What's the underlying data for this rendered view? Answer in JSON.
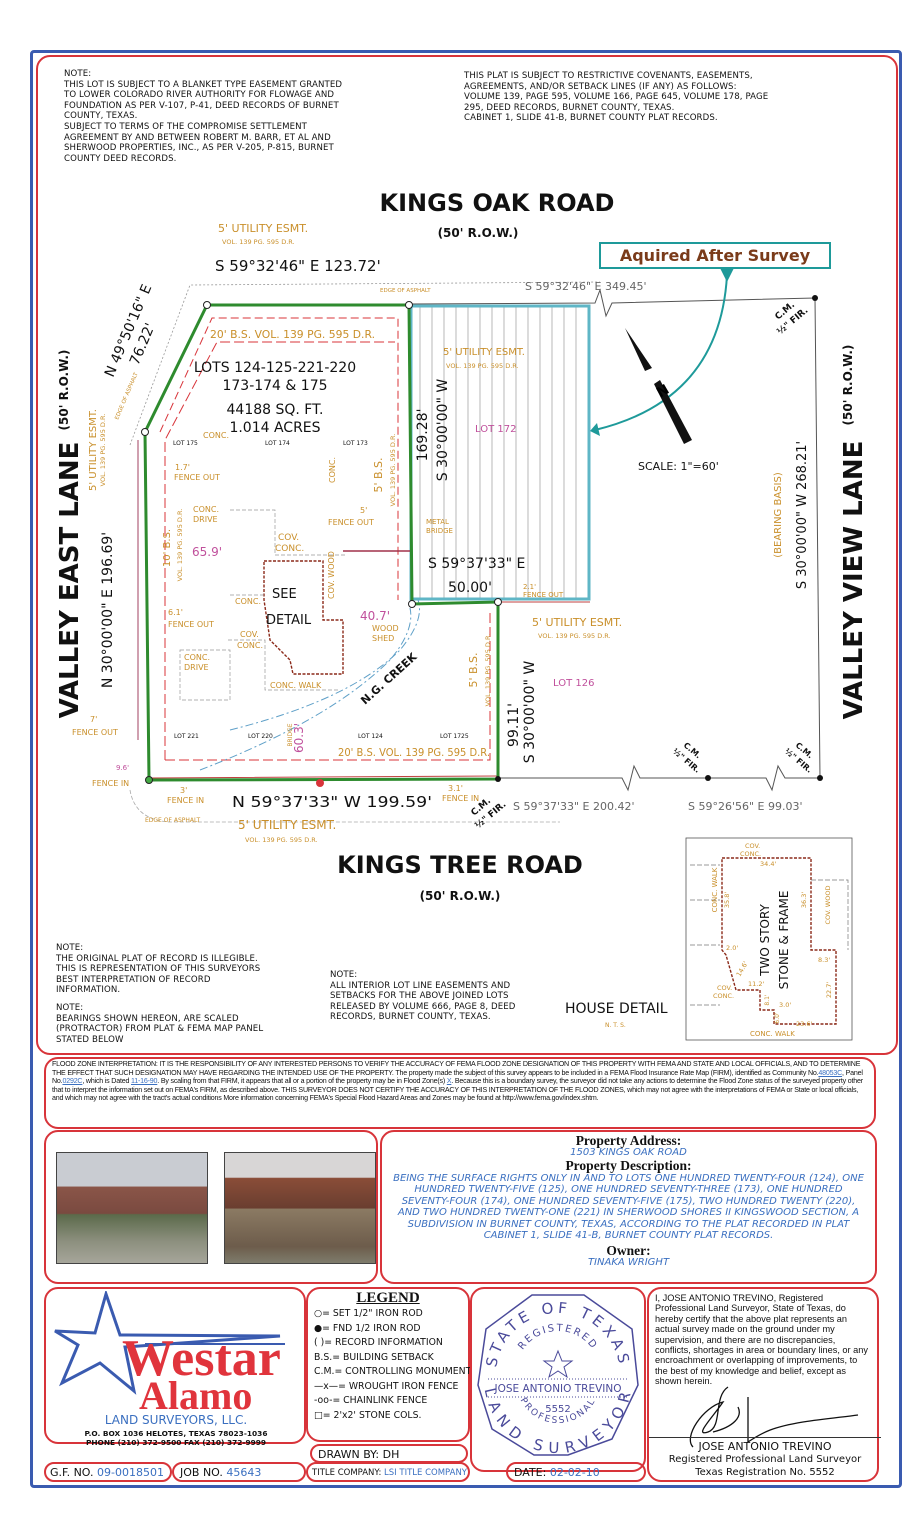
{
  "colors": {
    "border_red": "#d8343a",
    "border_blue": "#3a5bb0",
    "boundary_green": "#2e8b2e",
    "easement_orange": "#d9a23a",
    "dimension_pink": "#c0509c",
    "acquired_teal": "#1e9a9a",
    "value_blue": "#3a6fc0"
  },
  "notes": {
    "top_left": [
      "NOTE:",
      "THIS LOT IS SUBJECT TO A BLANKET TYPE EASEMENT GRANTED",
      "TO LOWER COLORADO RIVER AUTHORITY FOR FLOWAGE AND",
      "FOUNDATION AS PER V-107, P-41, DEED RECORDS OF BURNET",
      "COUNTY, TEXAS.",
      "SUBJECT TO TERMS OF THE COMPROMISE SETTLEMENT",
      "AGREEMENT BY AND BETWEEN ROBERT M. BARR, ET AL AND",
      "SHERWOOD PROPERTIES, INC., AS PER V-205, P-815, BURNET",
      "COUNTY DEED RECORDS."
    ],
    "top_right": [
      "THIS PLAT IS SUBJECT TO RESTRICTIVE COVENANTS, EASEMENTS,",
      "AGREEMENTS, AND/OR SETBACK LINES (IF ANY) AS FOLLOWS:",
      "VOLUME 139, PAGE 595, VOLUME 166, PAGE 645, VOLUME 178, PAGE",
      "295, DEED RECORDS, BURNET COUNTY, TEXAS.",
      "CABINET 1, SLIDE 41-B, BURNET COUNTY PLAT RECORDS."
    ],
    "illegible": [
      "NOTE:",
      "THE ORIGINAL PLAT OF RECORD IS ILLEGIBLE.",
      "THIS IS REPRESENTATION OF THIS SURVEYORS",
      "BEST INTERPRETATION OF RECORD",
      "INFORMATION."
    ],
    "bearings": [
      "NOTE:",
      "BEARINGS SHOWN HEREON, ARE SCALED",
      "(PROTRACTOR) FROM PLAT & FEMA MAP PANEL",
      "STATED BELOW"
    ],
    "interior": [
      "NOTE:",
      "ALL INTERIOR LOT LINE EASEMENTS AND",
      "SETBACKS FOR THE ABOVE JOINED LOTS",
      "RELEASED BY VOLUME 666, PAGE 8, DEED",
      "RECORDS, BURNET COUNTY, TEXAS."
    ]
  },
  "plat": {
    "kings_oak_road": "KINGS OAK ROAD",
    "kings_oak_row": "(50' R.O.W.)",
    "kings_tree_road": "KINGS TREE ROAD",
    "kings_tree_row": "(50' R.O.W.)",
    "valley_east_lane": "VALLEY EAST LANE",
    "valley_east_row": "(50' R.O.W.)",
    "valley_view_lane": "VALLEY VIEW LANE",
    "valley_view_row": "(50' R.O.W.)",
    "acquired": "Aquired  After Survey",
    "util_top": "5' UTILITY ESMT.",
    "util_top_vol": "VOL. 139 PG. 595 D.R.",
    "brg_top": "S 59°32'46\" E   123.72'",
    "asphalt_top": "EDGE OF ASPHALT",
    "brg_top_ref": "S 59°32'46\" E   349.45'",
    "brg_diag": "N 49°50'16\" E",
    "dist_diag": "76.22'",
    "asphalt_left": "EDGE OF ASPHALT",
    "bs_top": "20' B.S.  VOL. 139 PG. 595 D.R.",
    "lots_1": "LOTS 124-125-221-220",
    "lots_2": "173-174 & 175",
    "area_sqft": "44188 SQ. FT.",
    "area_acres": "1.014 ACRES",
    "lot175": "LOT 175",
    "lot174": "LOT 174",
    "lot173": "LOT 173",
    "conc_175": "CONC.",
    "fence_17": "1.7'",
    "fence_17_b": "FENCE OUT",
    "util_left": "5' UTILITY ESMT.",
    "util_left_vol": "VOL. 139 PG. 595 D.R.",
    "dist_169": "169.28'",
    "brg_169": "S 30°00'00\" W",
    "util_172": "5' UTILITY ESMT.",
    "util_172_vol": "VOL. 139 PG. 595 D.R.",
    "lot172": "LOT 172",
    "conc_mid": "CONC.",
    "bs5_mid": "5' B.S.",
    "bs5_mid_vol": "VOL. 139 PG. 595 D.R.",
    "scale": "SCALE:  1\"=60'",
    "cm_ne": "C.M.",
    "fir_ne": "½\" FIR.",
    "bearing_basis": "(BEARING BASIS)",
    "brg_east": "S 30°00'00\" W   268.21'",
    "brg_west": "N 30°00'00\" E   196.69'",
    "conc_drive_1": "CONC.",
    "conc_drive_1b": "DRIVE",
    "bs10": "10' B.S.",
    "bs10_vol": "VOL. 139 PG. 595 D.R.",
    "d659": "65.9'",
    "cov_conc_1": "COV.",
    "cov_conc_1b": "CONC.",
    "see": "SEE",
    "detail": "DETAIL",
    "cov_wood": "COV. WOOD",
    "fence5": "5'",
    "fence5_b": "FENCE OUT",
    "metal": "METAL",
    "bridge": "BRIDGE",
    "brg_50": "S 59°37'33\" E",
    "dist_50": "50.00'",
    "fence21": "2.1'",
    "fence21_b": "FENCE OUT",
    "d407": "40.7'",
    "wood": "WOOD",
    "shed": "SHED",
    "fence61": "6.1'",
    "fence61_b": "FENCE OUT",
    "conc_2": "CONC.",
    "cov_conc_2": "COV.",
    "cov_conc_2b": "CONC.",
    "conc_drive_2": "CONC.",
    "conc_drive_2b": "DRIVE",
    "conc_walk": "CONC. WALK",
    "creek": "N.G. CREEK",
    "util_126": "5' UTILITY ESMT.",
    "util_126_vol": "VOL. 139 PG. 595 D.R.",
    "lot126": "LOT 126",
    "bs5_r": "5' B.S.",
    "bs5_r_vol": "VOL. 139 PG. 595 D.R.",
    "dist_99": "99.11'",
    "brg_99": "S 30°00'00\" W",
    "fence7": "7'",
    "fence7_b": "FENCE OUT",
    "lot221": "LOT 221",
    "lot220": "LOT 220",
    "bridge2": "BRIDGE",
    "d603": "60.3'",
    "lot124": "LOT 124",
    "lot1725": "LOT 1725",
    "bs_bottom": "20' B.S.  VOL. 139 PG. 595 D.R.",
    "fence96": "9.6'",
    "fence96_b": "FENCE IN",
    "fence3": "3'",
    "fence3_b": "FENCE IN",
    "fence31": "3.1'",
    "fence31_b": "FENCE IN",
    "brg_bottom": "N 59°37'33\" W   199.59'",
    "cm_sw": "C.M.",
    "fir_sw": "½\" FIR.",
    "brg_bottom_ref1": "S 59°37'33\" E   200.42'",
    "brg_bottom_ref2": "S 59°26'56\" E   99.03'",
    "cm_s1": "C.M.",
    "fir_s1": "½\" FIR.",
    "cm_s2": "C.M.",
    "fir_s2": "½\" FIR.",
    "asphalt_bottom": "EDGE OF ASPHALT",
    "util_bottom": "5' UTILITY ESMT.",
    "util_bottom_vol": "VOL. 139 PG. 595 D.R.",
    "north_arrow": "north-arrow-icon"
  },
  "house_detail": {
    "title": "HOUSE DETAIL",
    "nts": "N. T. S.",
    "story_1": "TWO STORY",
    "story_2": "STONE & FRAME",
    "cov_conc_top": "COV.",
    "cov_conc_top_b": "CONC.",
    "d344": "34.4'",
    "conc_walk_l": "CONC. WALK",
    "d358": "35.8'",
    "d363": "36.3'",
    "cov_wood": "COV. WOOD",
    "d20": "2.0'",
    "d83": "8.3'",
    "d146": "14.6'",
    "d112": "11.2'",
    "cov_conc_b": "COV.",
    "cov_conc_b2": "CONC.",
    "d81": "8.1'",
    "d30": "3.0'",
    "d60": "6.0'",
    "d236": "23.6'",
    "d227": "22.7'",
    "conc_walk_b": "CONC. WALK"
  },
  "flood": {
    "p1": "FLOOD ZONE INTERPRETATION: IT IS THE RESPONSIBILITY OF ANY INTERESTED PERSONS TO VERIFY THE ACCURACY OF FEMA FLOOD ZONE DESIGNATION OF THIS PROPERTY WITH FEMA AND STATE AND LOCAL OFFICIALS, AND TO DETERMINE THE EFFECT THAT SUCH DESIGNATION MAY HAVE REGARDING THE INTENDED USE OF THE PROPERTY. The property made the subject of this survey appears to be included in a FEMA Flood Insurance Rate Map (FIRM), identified as Community No.",
    "community": "48053C",
    "p2": ", Panel No.",
    "panel": "0292C",
    "p3": ", which is Dated",
    "dated": "11-16-90",
    "p4": ". By scaling from that FIRM, it appears that all or a portion of the property may be in Flood Zone(s)",
    "zone": "X",
    "p5": ". Because this is a boundary survey, the surveyor did not take any actions to determine the Flood Zone status of the surveyed property other that to interpret the information set out on FEMA's FIRM, as described above. THIS SURVEYOR DOES NOT CERTIFY THE ACCURACY OF THIS INTERPRETATION OF THE FLOOD ZONES, which may not agree with the interpretations of FEMA or State or local officials, and which may not agree with the tract's actual conditions More information concerning FEMA's Special Flood Hazard Areas and Zones may be found at http://www.fema.gov/index.shtm."
  },
  "property": {
    "address_label": "Property Address:",
    "address": "1503 KINGS OAK ROAD",
    "description_label": "Property Description:",
    "description": "BEING THE SURFACE RIGHTS ONLY IN AND TO LOTS ONE HUNDRED TWENTY-FOUR (124), ONE HUNDRED TWENTY-FIVE (125), ONE HUNDRED SEVENTY-THREE (173), ONE HUNDRED SEVENTY-FOUR (174), ONE HUNDRED SEVENTY-FIVE (175), TWO HUNDRED TWENTY (220), AND TWO HUNDRED TWENTY-ONE (221) IN SHERWOOD SHORES II KINGSWOOD SECTION, A SUBDIVISION IN BURNET COUNTY, TEXAS, ACCORDING TO THE PLAT RECORDED IN PLAT CABINET 1, SLIDE 41-B, BURNET COUNTY PLAT RECORDS.",
    "owner_label": "Owner:",
    "owner": "TINAKA WRIGHT"
  },
  "company": {
    "name_1": "Westar",
    "name_2": "Alamo",
    "subtitle": "LAND SURVEYORS, LLC.",
    "address": "P.O. BOX 1036 HELOTES, TEXAS 78023-1036",
    "phone": "PHONE (210) 372-9500   FAX (210) 372-9999"
  },
  "legend": {
    "title": "LEGEND",
    "items": [
      {
        "symbol": "○",
        "label": "= SET 1/2\" IRON ROD"
      },
      {
        "symbol": "●",
        "label": "= FND 1/2 IRON ROD"
      },
      {
        "symbol": "( )",
        "label": "= RECORD INFORMATION"
      },
      {
        "symbol": "B.S.",
        "label": "= BUILDING SETBACK"
      },
      {
        "symbol": "C.M.",
        "label": "= CONTROLLING MONUMENT"
      },
      {
        "symbol": "—x—",
        "label": "= WROUGHT IRON FENCE"
      },
      {
        "symbol": "-oo-",
        "label": "= CHAINLINK FENCE"
      },
      {
        "symbol": "□",
        "label": "= 2'x2' STONE COLS."
      }
    ],
    "drawn_by": "DRAWN BY:  DH"
  },
  "seal": {
    "top": "STATE OF TEXAS",
    "registered": "REGISTERED",
    "name": "JOSE ANTONIO TREVINO",
    "number": "5552",
    "professional": "PROFESSIONAL",
    "bottom": "LAND SURVEYOR"
  },
  "certification": {
    "text": "I, JOSE ANTONIO TREVINO, Registered Professional Land Surveyor, State of Texas, do hereby certify that the above plat represents an actual survey made on the ground under my supervision, and there are no discrepancies, conflicts, shortages in area or boundary lines, or any encroachment or overlapping of improvements, to the best of my knowledge and belief, except as shown herein.",
    "name": "JOSE ANTONIO TREVINO",
    "title": "Registered Professional Land Surveyor",
    "registration": "Texas Registration No. 5552"
  },
  "footer": {
    "gf_label": "G.F. NO.",
    "gf": "09-0018501",
    "job_label": "JOB NO.",
    "job": "45643",
    "title_label": "TITLE COMPANY:",
    "title_company": "LSI TITLE COMPANY",
    "date_label": "DATE:",
    "date": "02-02-10"
  }
}
